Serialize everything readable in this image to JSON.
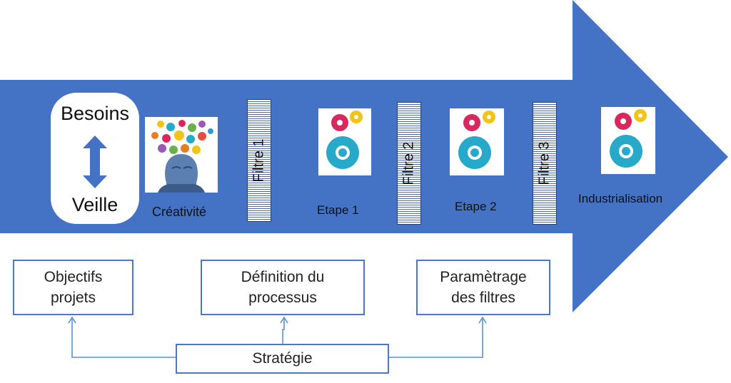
{
  "pill": {
    "top": "Besoins",
    "bottom": "Veille"
  },
  "creativity": {
    "label": "Créativité"
  },
  "filters": [
    "Filtre 1",
    "Filtre 2",
    "Filtre 3"
  ],
  "stages": [
    "Etape 1",
    "Etape 2",
    "Industrialisation"
  ],
  "boxes": {
    "objectives": {
      "line1": "Objectifs",
      "line2": "projets"
    },
    "process": {
      "line1": "Définition du",
      "line2": "processus"
    },
    "filters": {
      "line1": "Paramètrage",
      "line2": "des filtres"
    },
    "strategy": "Stratégie"
  },
  "colors": {
    "arrow": "#4472c4",
    "connector": "#5b8fd6",
    "box_border": "#4a78c4",
    "gear_large": "#27a9c9",
    "gear_pink": "#d8285d",
    "gear_yellow": "#f2c416"
  }
}
